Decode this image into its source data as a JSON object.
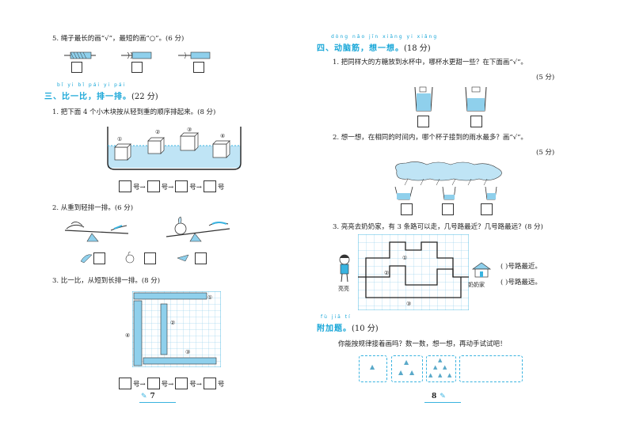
{
  "left": {
    "q5": {
      "text": "5. 绳子最长的画“√”，最短的画“○”。(6 分)"
    },
    "section3": {
      "pinyin": "bǐ yi bǐ   pái yi pái",
      "title": "三、比一比，排一排。",
      "points": "(22 分)"
    },
    "q1": {
      "text": "1. 把下面 4 个小木块按从轻到重的顺序排起来。(8 分)",
      "labels": [
        "①",
        "②",
        "③",
        "④"
      ],
      "order_unit": "号→",
      "order_end": "号"
    },
    "q2": {
      "text": "2. 从重到轻排一排。(6 分)"
    },
    "q3": {
      "text": "3. 比一比，从短到长排一排。(8 分)",
      "labels": [
        "①",
        "②",
        "③",
        "④"
      ],
      "order_unit": "号→",
      "order_end": "号"
    },
    "page_number": "7"
  },
  "right": {
    "section4": {
      "pinyin": "dòng nǎo jīn   xiǎng yi xiǎng",
      "title": "四、动脑筋，想一想。",
      "points": "(18 分)"
    },
    "q1": {
      "text": "1. 把同样大的方糖放到水杯中，哪杯水更甜一些？在下面画“√”。",
      "points": "(5 分)"
    },
    "q2": {
      "text": "2. 想一想，在相同的时间内，哪个杯子接到的雨水最多？画“√”。",
      "points": "(5 分)"
    },
    "q3": {
      "text": "3. 亮亮去奶奶家，有 3 条路可以走，几号路最近？几号路最远？(8 分)",
      "start_label": "亮亮",
      "end_label": "奶奶家",
      "route_labels": [
        "①",
        "②",
        "③"
      ],
      "answer_near": "(      )号路最近。",
      "answer_far": "(      )号路最远。"
    },
    "bonus": {
      "pinyin": "fù jiā tí",
      "title": "附加题。",
      "points": "(10 分)",
      "text": "你能按规律接着画吗？数一数，想一想，再动手试试吧！",
      "triangle": "▲"
    },
    "page_number": "8"
  }
}
